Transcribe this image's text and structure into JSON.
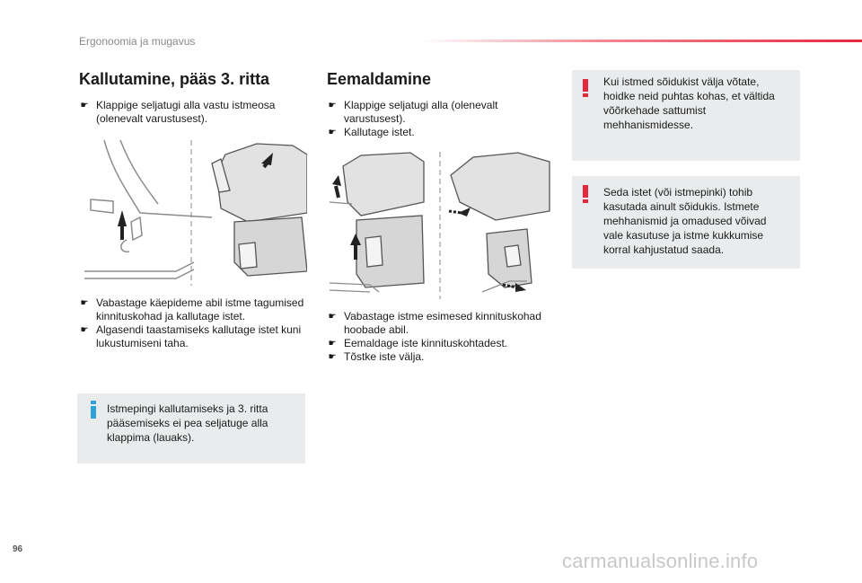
{
  "header": {
    "title": "Ergonoomia ja mugavus"
  },
  "left": {
    "title": "Kallutamine, pääs 3. ritta",
    "steps_top": [
      "Klappige seljatugi alla vastu istmeosa (olenevalt varustusest)."
    ],
    "steps_bottom": [
      "Vabastage käepideme abil istme tagumised kinnituskohad ja kallutage istet.",
      "Algasendi taastamiseks kallutage istet kuni lukustumiseni taha."
    ],
    "info_box": "Istmepingi kallutamiseks ja 3. ritta pääsemiseks ei pea seljatuge alla klappima (lauaks)."
  },
  "middle": {
    "title": "Eemaldamine",
    "steps_top": [
      "Klappige seljatugi alla (olenevalt varustusest).",
      "Kallutage istet."
    ],
    "steps_bottom": [
      "Vabastage istme esimesed kinnituskohad hoobade abil.",
      "Eemaldage iste kinnituskohtadest.",
      "Tõstke iste välja."
    ]
  },
  "right": {
    "warning_1": "Kui istmed sõidukist välja võtate, hoidke neid puhtas kohas, et vältida võõrkehade sattumist mehhanismidesse.",
    "warning_2": "Seda istet (või istmepinki) tohib kasutada ainult sõidukis. Istmete mehhanismid ja omadused võivad vale kasutuse ja istme kukkumise korral kahjustatud saada."
  },
  "footer": {
    "page_number": "96",
    "watermark": "carmanualsonline.info"
  },
  "colors": {
    "accent": "#e6283c",
    "info": "#2aa4d8",
    "box_bg": "#e9ebec"
  },
  "icons": {
    "bullet": "pointing-hand-icon",
    "warning": "exclamation-icon",
    "info": "info-icon"
  }
}
